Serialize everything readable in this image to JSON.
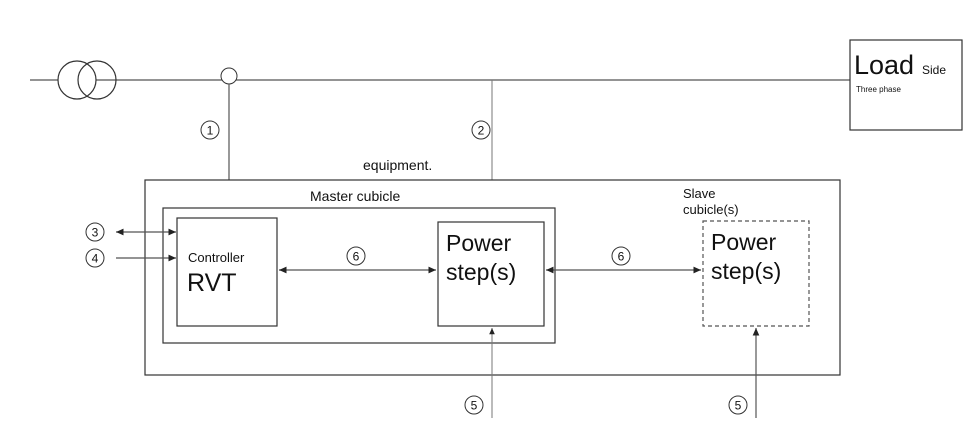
{
  "load": {
    "title": "Load",
    "side": "Side",
    "phase": "Three phase"
  },
  "labels": {
    "equipment": "equipment.",
    "master_cubicle": "Master cubicle",
    "slave_cubicle_line1": "Slave",
    "slave_cubicle_line2": "cubicle(s)",
    "controller": "Controller",
    "rvt": "RVT",
    "power_line1": "Power",
    "power_line2": "step(s)",
    "slave_power_line1": "Power",
    "slave_power_line2": "step(s)"
  },
  "markers": {
    "m1": "1",
    "m2": "2",
    "m3": "3",
    "m4": "4",
    "m5a": "5",
    "m5b": "5",
    "m6a": "6",
    "m6b": "6"
  }
}
